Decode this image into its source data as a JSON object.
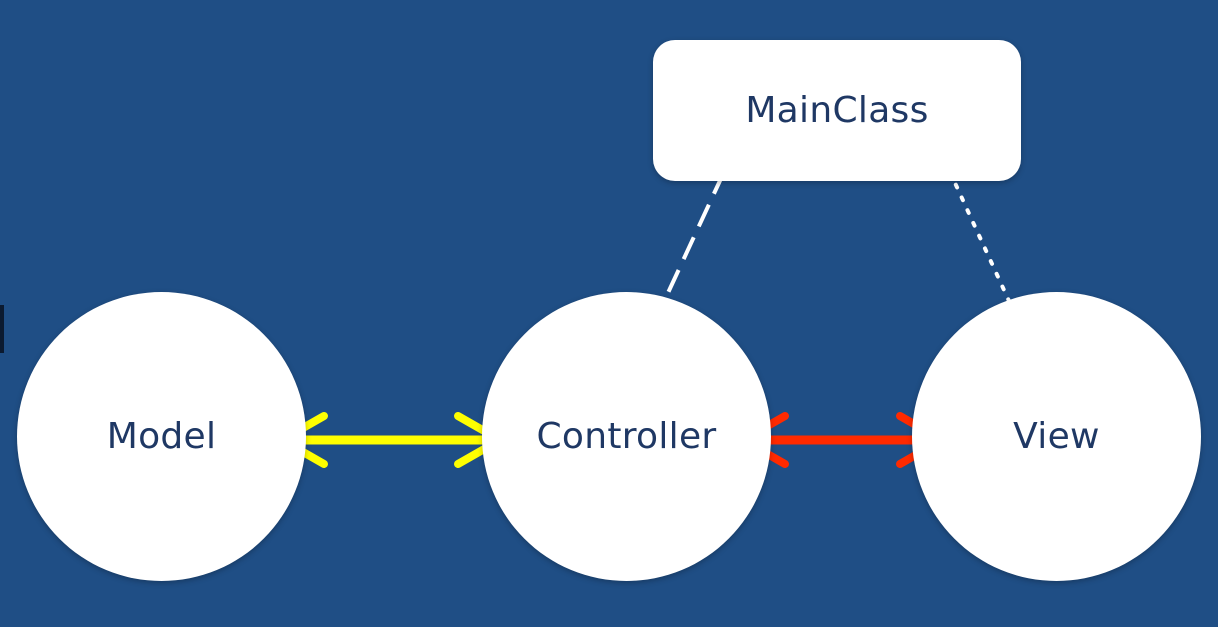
{
  "diagram": {
    "nodes": {
      "model": "Model",
      "controller": "Controller",
      "view": "View",
      "mainclass": "MainClass"
    },
    "edges": [
      {
        "from": "model",
        "to": "controller",
        "style": "double-arrow",
        "color": "#ffff00"
      },
      {
        "from": "controller",
        "to": "view",
        "style": "double-arrow",
        "color": "#ff2a00"
      },
      {
        "from": "mainclass",
        "to": "controller",
        "style": "dashed",
        "color": "#ffffff"
      },
      {
        "from": "mainclass",
        "to": "view",
        "style": "dotted",
        "color": "#ffffff"
      }
    ]
  },
  "colors": {
    "background": "#1f4e85",
    "node_fill": "#ffffff",
    "label_text": "#1f3864"
  }
}
